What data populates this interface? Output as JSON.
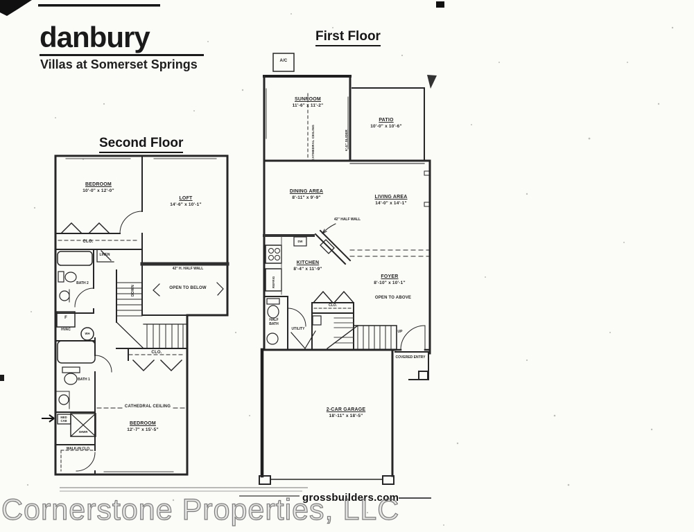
{
  "brand": {
    "name": "danbury",
    "tagline": "Villas at Somerset Springs"
  },
  "floors": {
    "second": {
      "title": "Second Floor",
      "labels": {
        "bedroom_a": {
          "name": "BEDROOM",
          "dims": "10'-0\" x 12'-0\""
        },
        "loft": {
          "name": "LOFT",
          "dims": "14'-6\" x 10'-1\""
        },
        "closet_top": "CLO.",
        "linen": "LINEN",
        "bath2": "BATH 2",
        "furnace": "F",
        "hvac": "HVAC",
        "water_heater": "WH",
        "stairs_down": "DOWN",
        "half_wall": "42\" H. HALF WALL",
        "open_to_below": "OPEN TO BELOW",
        "closet_mid": "CLO.",
        "bath1": "BATH 1",
        "med_cab": "MED CAB",
        "shower": "SHWR",
        "cathedral": "CATHEDRAL CEILING",
        "bedroom_b": {
          "name": "BEDROOM",
          "dims": "12'-7\" x 15'-5\""
        },
        "walkin_closet": "WALK-IN CLO."
      }
    },
    "first": {
      "title": "First Floor",
      "labels": {
        "ac_unit": "A/C",
        "sunroom": {
          "name": "SUNROOM",
          "dims": "11'-6\" x 11'-2\""
        },
        "sunroom_cathedral": "CATHEDRAL CEILING",
        "slider": "6'-0\" SLIDER",
        "patio": {
          "name": "PATIO",
          "dims": "10'-0\" x 10'-6\""
        },
        "dining": {
          "name": "DINING AREA",
          "dims": "8'-11\" x 9'-9\""
        },
        "living": {
          "name": "LIVING AREA",
          "dims": "14'-0\" x 14'-1\""
        },
        "half_wall": "42\" HALF WALL",
        "kitchen": {
          "name": "KITCHEN",
          "dims": "8'-4\" x 11'-9\""
        },
        "dishwasher": "DW",
        "refrigerator": "REFRIG",
        "foyer": {
          "name": "FOYER",
          "dims": "8'-10\" x 10'-1\""
        },
        "open_to_above": "OPEN TO ABOVE",
        "closet": "CLO.",
        "half_bath": "HALF BATH",
        "utility": "UTILITY",
        "stairs_up": "UP",
        "covered_entry": "COVERED ENTRY",
        "garage": {
          "name": "2-CAR GARAGE",
          "dims": "18'-11\" x 18'-5\""
        }
      }
    }
  },
  "footer": {
    "watermark": "Cornerstone Properties, LLC",
    "website": "grossbuilders.com"
  }
}
